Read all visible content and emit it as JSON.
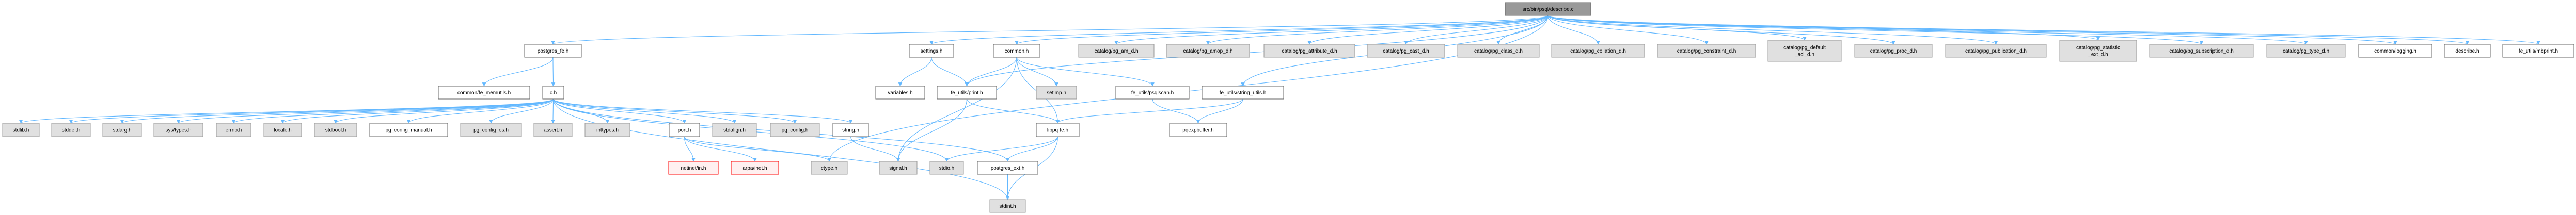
{
  "title": "src/bin/psql/describe.c include dependency graph",
  "colors": {
    "edge": "#63b8ff",
    "root_fill": "#999999",
    "system_fill": "#e0e0e0",
    "missing_stroke": "#ff0000"
  },
  "nodes": [
    {
      "id": "root",
      "label": [
        "src/bin/psql/describe.c"
      ],
      "style": "root"
    },
    {
      "id": "postgres_fe",
      "label": [
        "postgres_fe.h"
      ],
      "style": "white"
    },
    {
      "id": "settings",
      "label": [
        "settings.h"
      ],
      "style": "white"
    },
    {
      "id": "common",
      "label": [
        "common.h"
      ],
      "style": "white"
    },
    {
      "id": "pg_am_d",
      "label": [
        "catalog/pg_am_d.h"
      ],
      "style": "gray"
    },
    {
      "id": "pg_amop_d",
      "label": [
        "catalog/pg_amop_d.h"
      ],
      "style": "gray"
    },
    {
      "id": "pg_attribute_d",
      "label": [
        "catalog/pg_attribute_d.h"
      ],
      "style": "gray"
    },
    {
      "id": "pg_cast_d",
      "label": [
        "catalog/pg_cast_d.h"
      ],
      "style": "gray"
    },
    {
      "id": "pg_class_d",
      "label": [
        "catalog/pg_class_d.h"
      ],
      "style": "gray"
    },
    {
      "id": "pg_collation_d",
      "label": [
        "catalog/pg_collation_d.h"
      ],
      "style": "gray"
    },
    {
      "id": "pg_constraint_d",
      "label": [
        "catalog/pg_constraint_d.h"
      ],
      "style": "gray"
    },
    {
      "id": "pg_default_acl_d",
      "label": [
        "catalog/pg_default",
        "_acl_d.h"
      ],
      "style": "gray"
    },
    {
      "id": "pg_proc_d",
      "label": [
        "catalog/pg_proc_d.h"
      ],
      "style": "gray"
    },
    {
      "id": "pg_publication_d",
      "label": [
        "catalog/pg_publication_d.h"
      ],
      "style": "gray"
    },
    {
      "id": "pg_statistic_ext_d",
      "label": [
        "catalog/pg_statistic",
        "_ext_d.h"
      ],
      "style": "gray"
    },
    {
      "id": "pg_subscription_d",
      "label": [
        "catalog/pg_subscription_d.h"
      ],
      "style": "gray"
    },
    {
      "id": "pg_type_d",
      "label": [
        "catalog/pg_type_d.h"
      ],
      "style": "gray"
    },
    {
      "id": "logging",
      "label": [
        "common/logging.h"
      ],
      "style": "white"
    },
    {
      "id": "describe_h",
      "label": [
        "describe.h"
      ],
      "style": "white"
    },
    {
      "id": "mbprint",
      "label": [
        "fe_utils/mbprint.h"
      ],
      "style": "white"
    },
    {
      "id": "fe_memutils",
      "label": [
        "common/fe_memutils.h"
      ],
      "style": "white"
    },
    {
      "id": "c_h",
      "label": [
        "c.h"
      ],
      "style": "white"
    },
    {
      "id": "variables",
      "label": [
        "variables.h"
      ],
      "style": "white"
    },
    {
      "id": "print",
      "label": [
        "fe_utils/print.h"
      ],
      "style": "white"
    },
    {
      "id": "setjmp",
      "label": [
        "setjmp.h"
      ],
      "style": "gray"
    },
    {
      "id": "psqlscan",
      "label": [
        "fe_utils/psqlscan.h"
      ],
      "style": "white"
    },
    {
      "id": "string_utils",
      "label": [
        "fe_utils/string_utils.h"
      ],
      "style": "white"
    },
    {
      "id": "stdlib",
      "label": [
        "stdlib.h"
      ],
      "style": "gray"
    },
    {
      "id": "stddef",
      "label": [
        "stddef.h"
      ],
      "style": "gray"
    },
    {
      "id": "stdarg",
      "label": [
        "stdarg.h"
      ],
      "style": "gray"
    },
    {
      "id": "systypes",
      "label": [
        "sys/types.h"
      ],
      "style": "gray"
    },
    {
      "id": "errno",
      "label": [
        "errno.h"
      ],
      "style": "gray"
    },
    {
      "id": "locale",
      "label": [
        "locale.h"
      ],
      "style": "gray"
    },
    {
      "id": "stdbool",
      "label": [
        "stdbool.h"
      ],
      "style": "gray"
    },
    {
      "id": "pg_config_manual",
      "label": [
        "pg_config_manual.h"
      ],
      "style": "white"
    },
    {
      "id": "pg_config_os",
      "label": [
        "pg_config_os.h"
      ],
      "style": "gray"
    },
    {
      "id": "assert",
      "label": [
        "assert.h"
      ],
      "style": "gray"
    },
    {
      "id": "inttypes",
      "label": [
        "inttypes.h"
      ],
      "style": "gray"
    },
    {
      "id": "port",
      "label": [
        "port.h"
      ],
      "style": "white"
    },
    {
      "id": "stdalign",
      "label": [
        "stdalign.h"
      ],
      "style": "gray"
    },
    {
      "id": "pg_config",
      "label": [
        "pg_config.h"
      ],
      "style": "gray"
    },
    {
      "id": "string",
      "label": [
        "string.h"
      ],
      "style": "white"
    },
    {
      "id": "libpq_fe",
      "label": [
        "libpq-fe.h"
      ],
      "style": "white"
    },
    {
      "id": "pqexpbuffer",
      "label": [
        "pqexpbuffer.h"
      ],
      "style": "white"
    },
    {
      "id": "netinet",
      "label": [
        "netinet/in.h"
      ],
      "style": "red"
    },
    {
      "id": "arpa",
      "label": [
        "arpa/inet.h"
      ],
      "style": "red"
    },
    {
      "id": "ctype",
      "label": [
        "ctype.h"
      ],
      "style": "gray"
    },
    {
      "id": "signal",
      "label": [
        "signal.h"
      ],
      "style": "gray"
    },
    {
      "id": "stdio",
      "label": [
        "stdio.h"
      ],
      "style": "gray"
    },
    {
      "id": "postgres_ext",
      "label": [
        "postgres_ext.h"
      ],
      "style": "white"
    },
    {
      "id": "stdint",
      "label": [
        "stdint.h"
      ],
      "style": "gray"
    }
  ],
  "edges": [
    [
      "root",
      "postgres_fe"
    ],
    [
      "root",
      "settings"
    ],
    [
      "root",
      "common"
    ],
    [
      "root",
      "print"
    ],
    [
      "root",
      "string_utils"
    ],
    [
      "root",
      "ctype"
    ],
    [
      "root",
      "pg_am_d"
    ],
    [
      "root",
      "pg_amop_d"
    ],
    [
      "root",
      "pg_attribute_d"
    ],
    [
      "root",
      "pg_cast_d"
    ],
    [
      "root",
      "pg_class_d"
    ],
    [
      "root",
      "pg_collation_d"
    ],
    [
      "root",
      "pg_constraint_d"
    ],
    [
      "root",
      "pg_default_acl_d"
    ],
    [
      "root",
      "pg_proc_d"
    ],
    [
      "root",
      "pg_publication_d"
    ],
    [
      "root",
      "pg_statistic_ext_d"
    ],
    [
      "root",
      "pg_subscription_d"
    ],
    [
      "root",
      "pg_type_d"
    ],
    [
      "root",
      "logging"
    ],
    [
      "root",
      "describe_h"
    ],
    [
      "root",
      "mbprint"
    ],
    [
      "postgres_fe",
      "fe_memutils"
    ],
    [
      "postgres_fe",
      "c_h"
    ],
    [
      "c_h",
      "stdlib"
    ],
    [
      "c_h",
      "stddef"
    ],
    [
      "c_h",
      "stdarg"
    ],
    [
      "c_h",
      "systypes"
    ],
    [
      "c_h",
      "errno"
    ],
    [
      "c_h",
      "locale"
    ],
    [
      "c_h",
      "stdbool"
    ],
    [
      "c_h",
      "pg_config_manual"
    ],
    [
      "c_h",
      "pg_config_os"
    ],
    [
      "c_h",
      "assert"
    ],
    [
      "c_h",
      "inttypes"
    ],
    [
      "c_h",
      "port"
    ],
    [
      "c_h",
      "stdalign"
    ],
    [
      "c_h",
      "pg_config"
    ],
    [
      "c_h",
      "string"
    ],
    [
      "c_h",
      "stdio"
    ],
    [
      "c_h",
      "postgres_ext"
    ],
    [
      "c_h",
      "stdint"
    ],
    [
      "port",
      "netinet"
    ],
    [
      "port",
      "arpa"
    ],
    [
      "port",
      "ctype"
    ],
    [
      "string",
      "signal"
    ],
    [
      "settings",
      "variables"
    ],
    [
      "settings",
      "print"
    ],
    [
      "common",
      "print"
    ],
    [
      "common",
      "setjmp"
    ],
    [
      "common",
      "libpq_fe"
    ],
    [
      "common",
      "psqlscan"
    ],
    [
      "common",
      "signal"
    ],
    [
      "print",
      "libpq_fe"
    ],
    [
      "print",
      "signal"
    ],
    [
      "psqlscan",
      "pqexpbuffer"
    ],
    [
      "string_utils",
      "libpq_fe"
    ],
    [
      "string_utils",
      "pqexpbuffer"
    ],
    [
      "libpq_fe",
      "stdio"
    ],
    [
      "libpq_fe",
      "postgres_ext"
    ],
    [
      "libpq_fe",
      "stdint"
    ],
    [
      "postgres_ext",
      "stdint"
    ]
  ]
}
